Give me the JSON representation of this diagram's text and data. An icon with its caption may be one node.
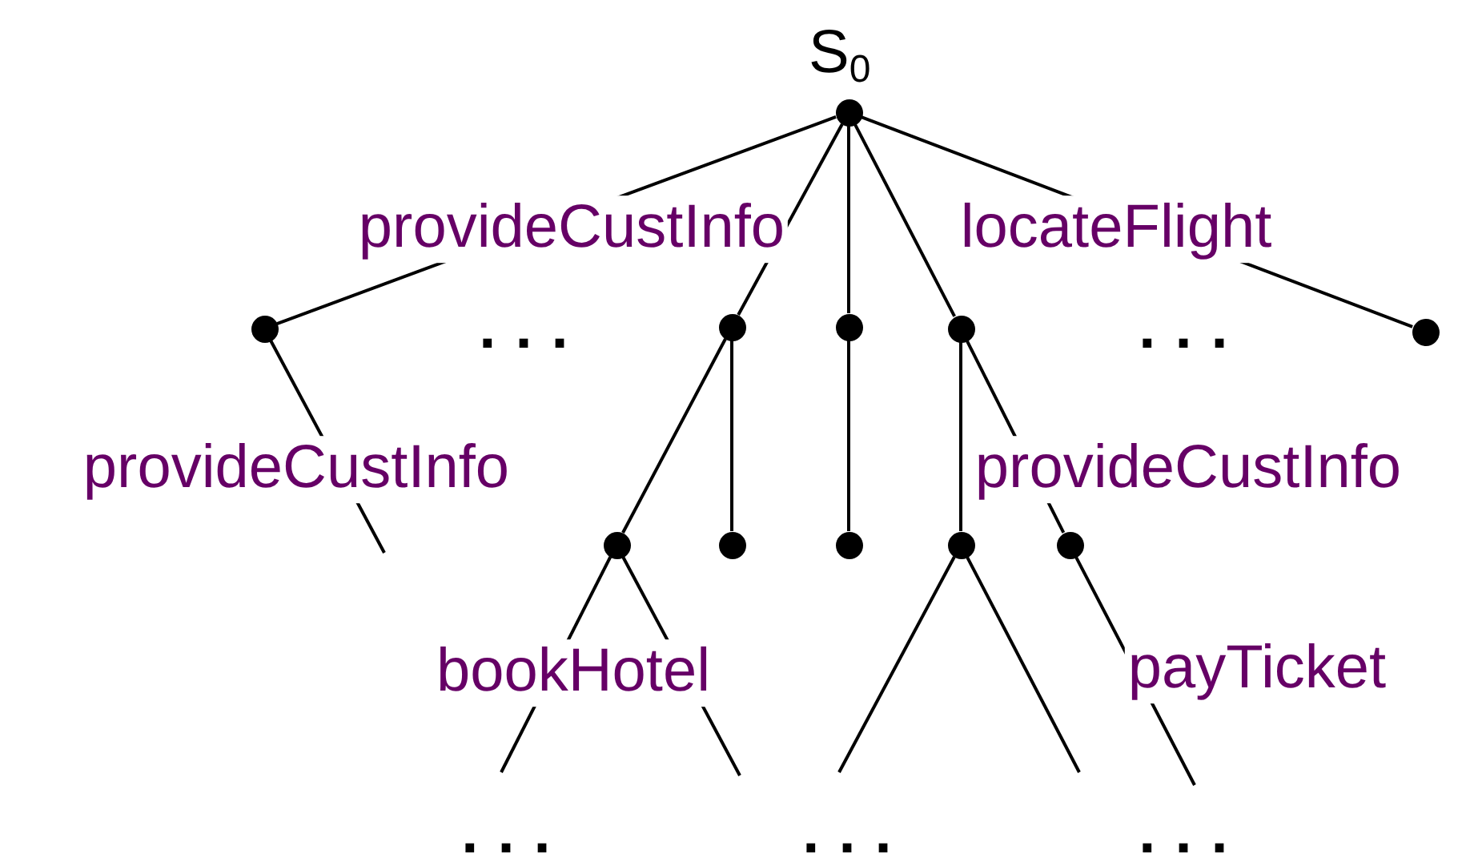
{
  "diagram": {
    "nodes": [
      {
        "text": [],
        "shape": "circle",
        "beside": [
          "S$_{0}$"
        ]
      },
      {
        "text": [],
        "shape": "circle"
      },
      {
        "text": [],
        "shape": "circle"
      },
      {
        "text": [],
        "shape": "circle"
      },
      {
        "text": [],
        "shape": "circle"
      },
      {
        "text": [],
        "shape": "circle"
      },
      {
        "text": [],
        "shape": "circle"
      },
      {
        "text": [],
        "shape": "circle"
      },
      {
        "text": [],
        "shape": "circle"
      },
      {
        "text": [],
        "shape": "circle"
      },
      {
        "text": [],
        "shape": "circle"
      }
    ],
    "edges": [
      {
        "from": 0,
        "to": 1,
        "arrow": "none",
        "label": "provideCustInfo"
      },
      {
        "from": 0,
        "to": 2,
        "arrow": "none"
      },
      {
        "from": 0,
        "to": 3,
        "arrow": "none"
      },
      {
        "from": 0,
        "to": 4,
        "arrow": "none"
      },
      {
        "from": 0,
        "to": 5,
        "arrow": "none",
        "label": "locateFlight"
      },
      {
        "from": 1,
        "to": null,
        "arrow": "none",
        "label": "provideCustInfo"
      },
      {
        "from": 2,
        "to": 6,
        "arrow": "none"
      },
      {
        "from": 2,
        "to": 7,
        "arrow": "none"
      },
      {
        "from": 3,
        "to": 8,
        "arrow": "none"
      },
      {
        "from": 4,
        "to": 9,
        "arrow": "none",
        "label": "provideCustInfo"
      },
      {
        "from": 4,
        "to": 10,
        "arrow": "none"
      },
      {
        "from": 6,
        "to": null,
        "arrow": "none",
        "label": "bookHotel"
      },
      {
        "from": 6,
        "to": null,
        "arrow": "none"
      },
      {
        "from": 9,
        "to": null,
        "arrow": "none"
      },
      {
        "from": 9,
        "to": null,
        "arrow": "none"
      },
      {
        "from": 10,
        "to": null,
        "arrow": "none",
        "label": "payTicket"
      }
    ],
    "labels": [
      "...",
      "...",
      "...",
      "...",
      "..."
    ]
  }
}
